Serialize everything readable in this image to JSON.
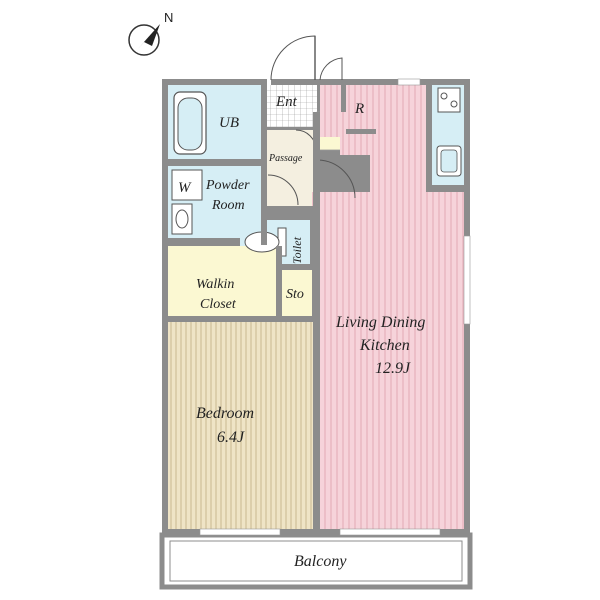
{
  "compass": {
    "north_label": "N"
  },
  "rooms": {
    "ub": "UB",
    "ent": "Ent",
    "r": "R",
    "w": "W",
    "powder_room_line1": "Powder",
    "powder_room_line2": "Room",
    "passage": "Passage",
    "toilet": "Toilet",
    "walkin_line1": "Walkin",
    "walkin_line2": "Closet",
    "sto": "Sto",
    "ldk_line1": "Living Dining",
    "ldk_line2": "Kitchen",
    "ldk_size": "12.9J",
    "bedroom": "Bedroom",
    "bedroom_size": "6.4J",
    "balcony": "Balcony"
  },
  "colors": {
    "wall": "#8c8c8c",
    "wet_area": "#d6eef5",
    "closet": "#fbf8d2",
    "passage": "#f4efe0",
    "ldk_floor": "#f6d3da",
    "ldk_stripe": "#e2a8b4",
    "bedroom_floor": "#efe4c6",
    "bedroom_stripe": "#c8b890"
  }
}
